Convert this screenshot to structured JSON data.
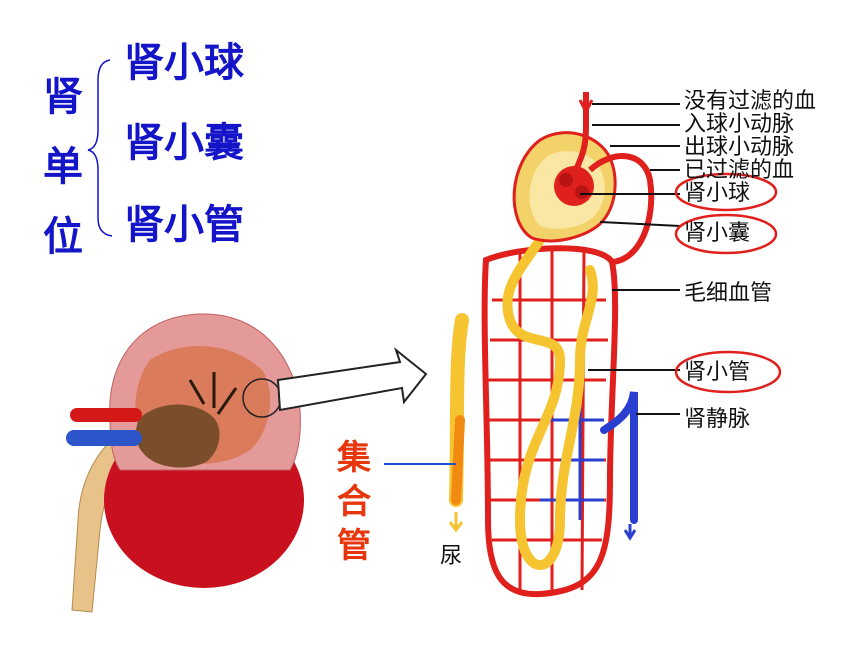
{
  "title": {
    "chars": [
      "肾",
      "单",
      "位"
    ]
  },
  "components": [
    "肾小球",
    "肾小囊",
    "肾小管"
  ],
  "labels": {
    "unfiltered_blood": "没有过滤的血",
    "afferent_arteriole": "入球小动脉",
    "efferent_arteriole": "出球小动脉",
    "filtered_blood": "已过滤的血",
    "glomerulus": "肾小球",
    "capsule": "肾小囊",
    "capillaries": "毛细血管",
    "tubule": "肾小管",
    "renal_vein": "肾静脉"
  },
  "collecting_duct": {
    "chars": [
      "集",
      "合",
      "管"
    ]
  },
  "urine": "尿",
  "colors": {
    "title_blue": "#1414c8",
    "highlight_red": "#e8360c",
    "artery_red": "#e0201c",
    "vein_blue": "#2a3fd0",
    "tubule_yellow": "#f6c430"
  }
}
